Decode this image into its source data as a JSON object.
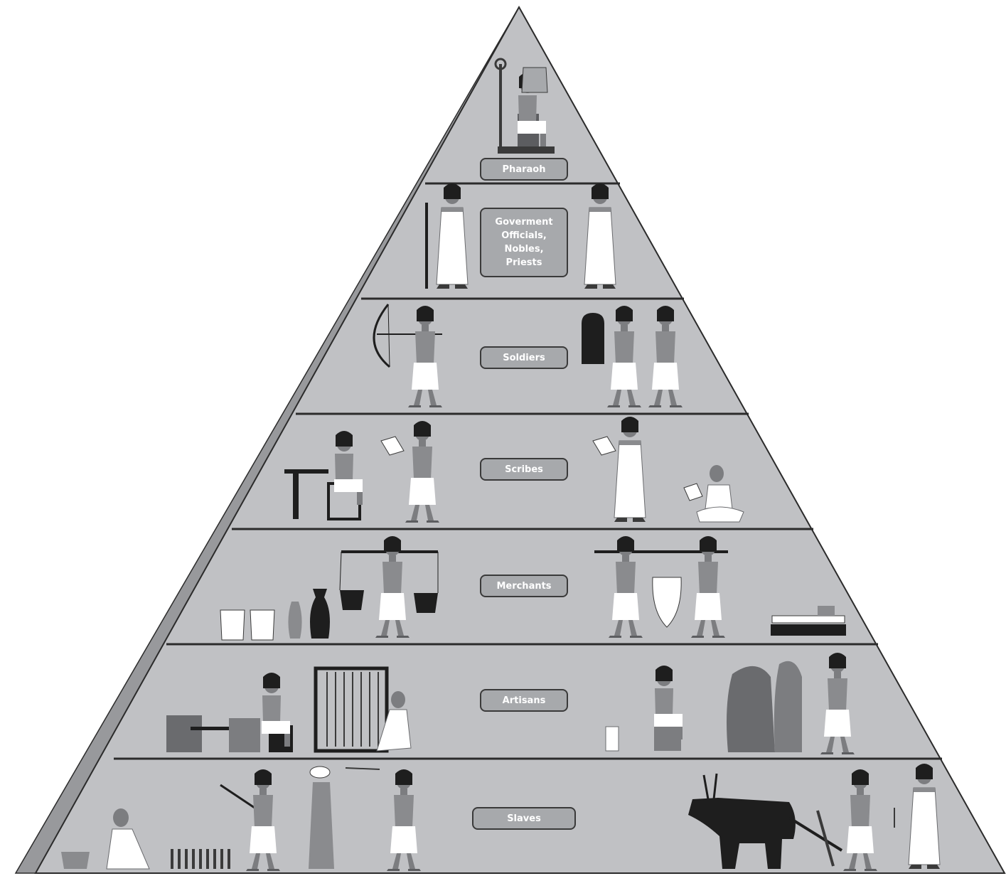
{
  "diagram": {
    "tiers": [
      {
        "label": "Pharaoh"
      },
      {
        "label_lines": [
          "Goverment",
          "Officials,",
          "Nobles,",
          "Priests"
        ]
      },
      {
        "label": "Soldiers"
      },
      {
        "label": "Scribes"
      },
      {
        "label": "Merchants"
      },
      {
        "label": "Artisans"
      },
      {
        "label": "Slaves"
      }
    ],
    "colors": {
      "face": "#c0c1c4",
      "side": "#98999c",
      "divider": "#2b2b2b",
      "figure_dark": "#1e1e1e",
      "figure_mid": "#8a8b8e",
      "figure_light": "#ffffff",
      "label_fill": "#a7a9ac",
      "label_text": "#ffffff"
    },
    "figure_icons": [
      "pharaoh-on-throne-icon",
      "official-with-staff-icon",
      "noble-icon",
      "archer-icon",
      "shield-soldiers-icon",
      "seated-scribe-icon",
      "reading-scribe-icon",
      "cross-legged-scribe-icon",
      "jars-icon",
      "merchant-with-baskets-icon",
      "carrying-merchants-icon",
      "boat-icon",
      "potter-icon",
      "weaver-loom-icon",
      "sculptor-icon",
      "stone-carver-icon",
      "grinding-slave-icon",
      "hoe-slave-icon",
      "water-carrier-icon",
      "ox-plough-icon",
      "farmer-icon"
    ]
  }
}
